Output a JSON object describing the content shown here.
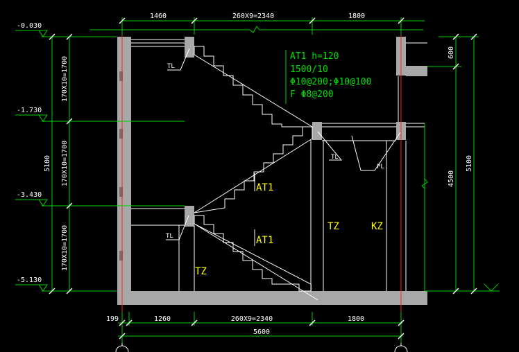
{
  "colors": {
    "background": "#000000",
    "concrete": "#a8a8a8",
    "line_white": "#ffffff",
    "dim_green": "#00d000",
    "axis_red": "#ff2020",
    "text_green": "#00e000",
    "text_yellow": "#ffff00"
  },
  "dimensions": {
    "top": [
      "1460",
      "260X9=2340",
      "1800"
    ],
    "bottom": [
      "199",
      "1260",
      "260X9=2340",
      "1800"
    ],
    "bottom_total": "5600",
    "left_segments": [
      "170X10=1700",
      "170X10=1700",
      "170X10=1700"
    ],
    "left_total": "5100",
    "right_inner": [
      "600",
      "4500"
    ],
    "right_total": "5100"
  },
  "elevations": [
    "-0.030",
    "-1.730",
    "-3.430",
    "-5.130"
  ],
  "stair_note": [
    "AT1 h=120",
    "1500/10",
    "Φ10@200;Φ10@100",
    "F Φ8@200"
  ],
  "labels": {
    "tl": "TL",
    "pl": "PL",
    "at1": "AT1",
    "tz": "TZ",
    "kz": "KZ"
  }
}
